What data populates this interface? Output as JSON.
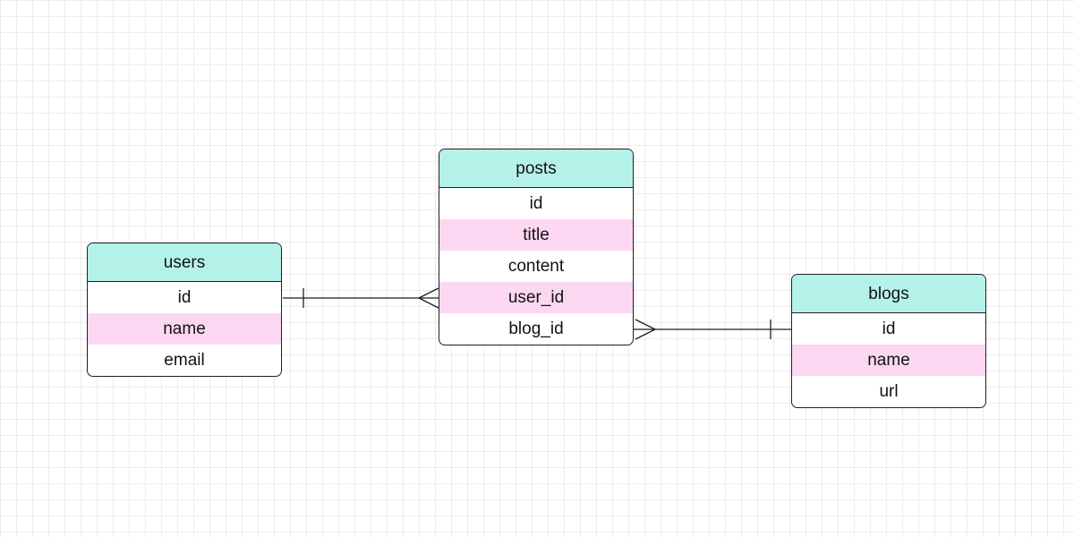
{
  "colors": {
    "header_fill": "#b4f2e9",
    "alt_row_fill": "#fcd7f2",
    "row_fill": "#ffffff",
    "border": "#1f1f1f",
    "grid": "#ececec"
  },
  "entities": [
    {
      "name": "users",
      "fields": [
        "id",
        "name",
        "email"
      ]
    },
    {
      "name": "posts",
      "fields": [
        "id",
        "title",
        "content",
        "user_id",
        "blog_id"
      ]
    },
    {
      "name": "blogs",
      "fields": [
        "id",
        "name",
        "url"
      ]
    }
  ],
  "relationships": [
    {
      "from": "users.id",
      "to": "posts.user_id",
      "from_cardinality": "one",
      "to_cardinality": "many"
    },
    {
      "from": "posts.blog_id",
      "to": "blogs.id",
      "from_cardinality": "many",
      "to_cardinality": "one"
    }
  ]
}
